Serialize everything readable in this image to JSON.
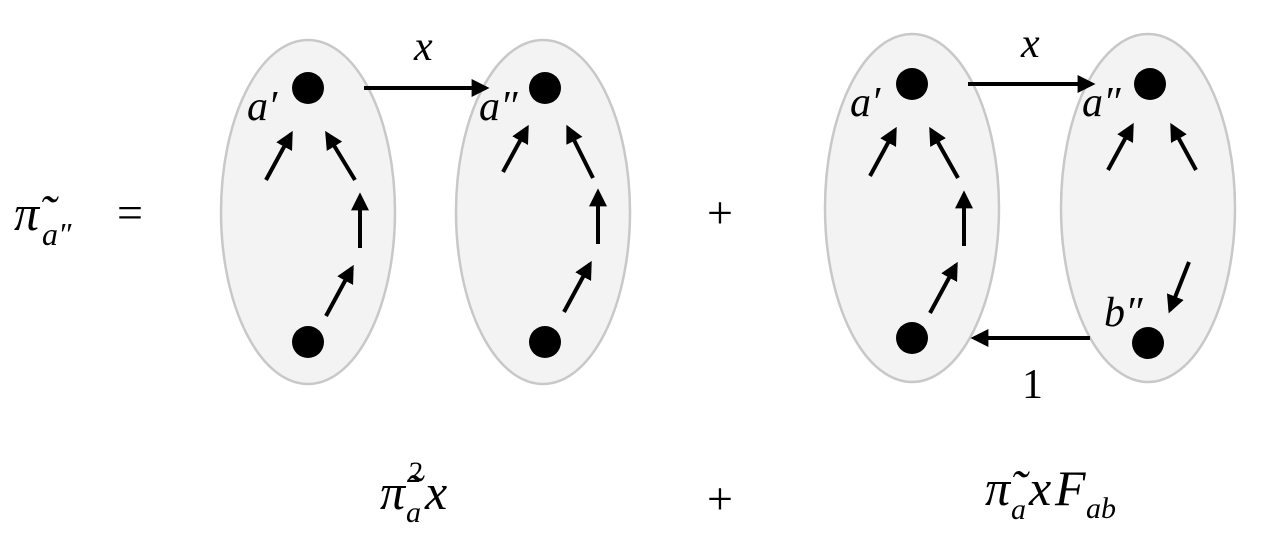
{
  "lhs": {
    "symbol": "π̃",
    "subscript": "a″"
  },
  "equals": "=",
  "plus": "+",
  "diagram1": {
    "top_left_label": "a′",
    "top_right_label": "a″",
    "arrow_label": "x"
  },
  "diagram2": {
    "top_left_label": "a′",
    "top_right_label": "a″",
    "bottom_right_label": "b″",
    "top_arrow_label": "x",
    "bottom_arrow_label": "1"
  },
  "terms": {
    "term1": {
      "symbol": "π̃",
      "subscript": "a",
      "superscript": "2",
      "tail": "x"
    },
    "term2": {
      "symbol": "π̃",
      "subscript": "a",
      "tail_x": "x",
      "tail_F": "F",
      "tail_sub": "ab"
    }
  },
  "colors": {
    "blob_fill": "#f3f3f3",
    "blob_stroke": "#c8c8c8",
    "ink": "#000000"
  }
}
